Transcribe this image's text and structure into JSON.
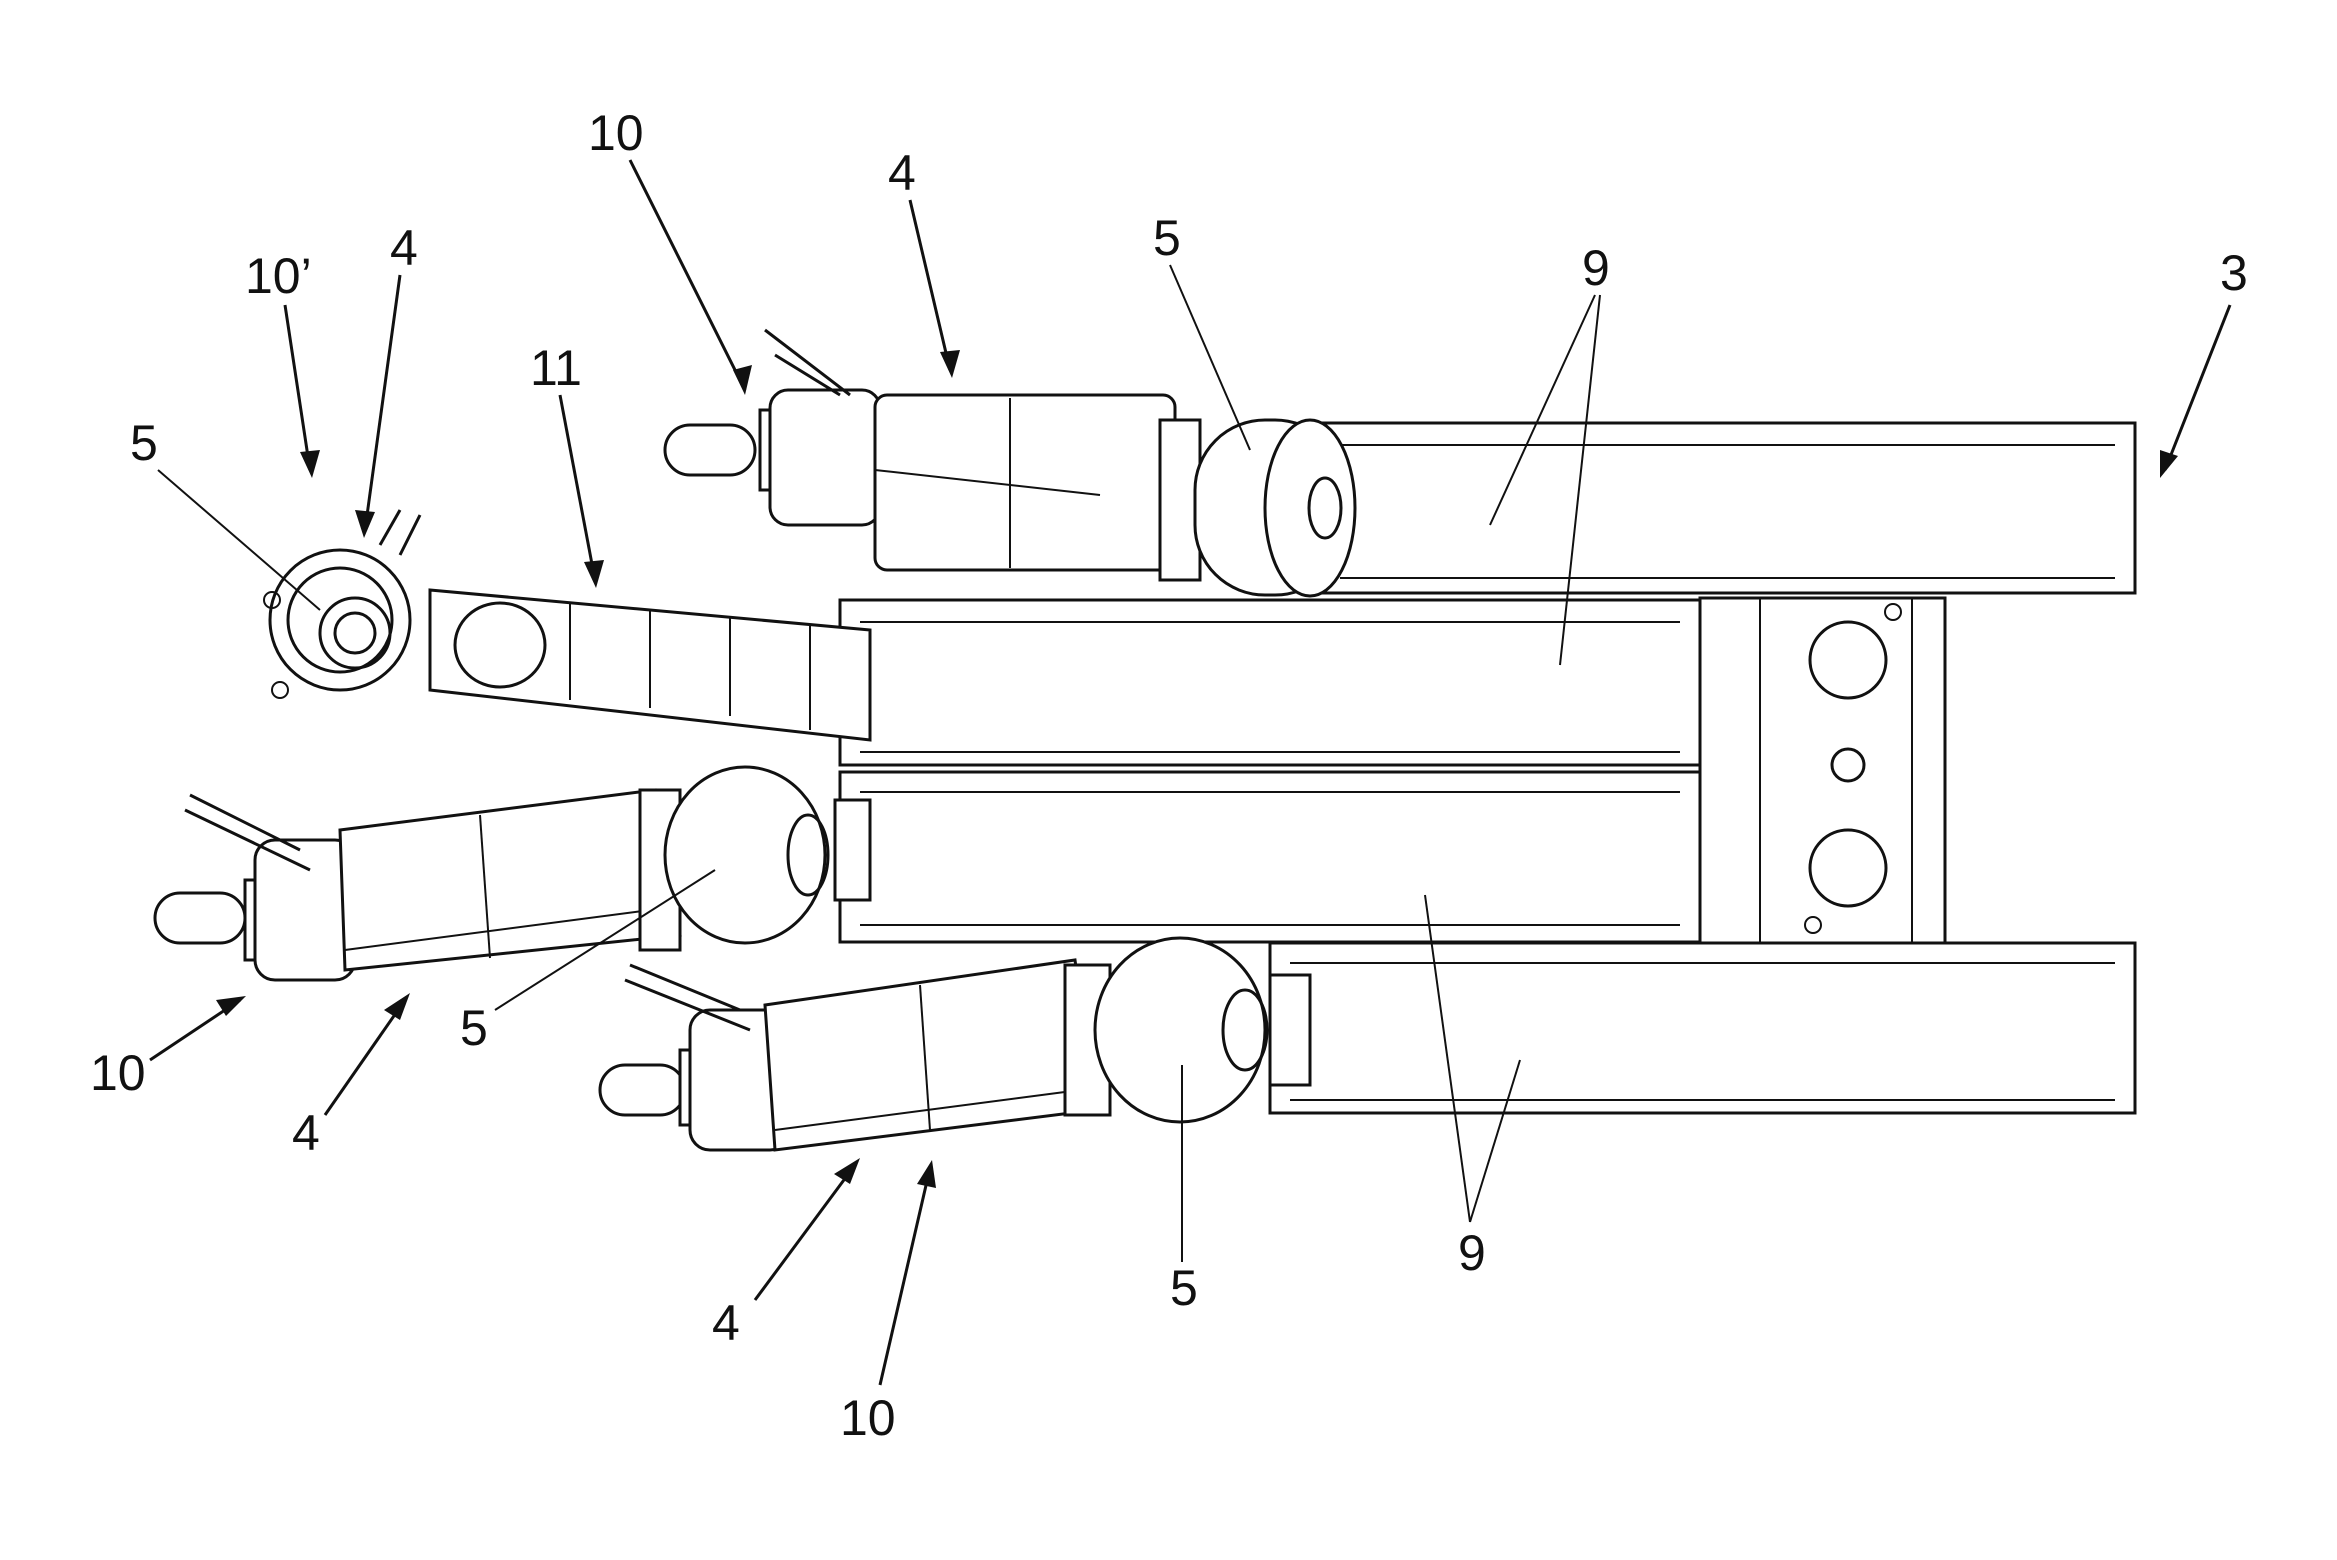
{
  "labels": {
    "l10_top": "10",
    "l4_top": "4",
    "l5_top": "5",
    "l9_top": "9",
    "l3": "3",
    "l10p": "10’",
    "l4_left": "4",
    "l11": "11",
    "l5_left": "5",
    "l10_midleft": "10",
    "l4_midleft": "4",
    "l5_mid": "5",
    "l4_bottom": "4",
    "l10_bottom": "10",
    "l5_bottom": "5",
    "l9_bottom": "9"
  }
}
